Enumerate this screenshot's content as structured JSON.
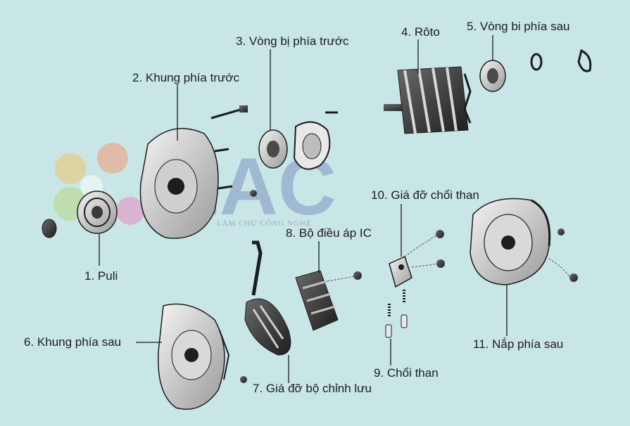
{
  "labels": {
    "pulley": "1. Puli",
    "front_frame": "2. Khung phía trước",
    "front_bearing": "3. Vòng bị phía trước",
    "rotor": "4. Rôto",
    "rear_bearing": "5. Vòng bi phía sau",
    "rear_frame": "6. Khung phía sau",
    "rectifier_holder": "7. Giá đỡ bộ chỉnh lưu",
    "ic_regulator": "8. Bộ điều áp IC",
    "brushes": "9. Chổi than",
    "brush_holder": "10. Giá đỡ chổi than",
    "rear_cover": "11. Nắp phía sau"
  },
  "watermark": {
    "logo_text": "EAC",
    "tagline": "LÀM CHỦ CÔNG NGHỆ"
  },
  "colors": {
    "background": "#c9e6e6",
    "watermark_logo": "#7f95c4",
    "line": "#1c1c1c"
  }
}
